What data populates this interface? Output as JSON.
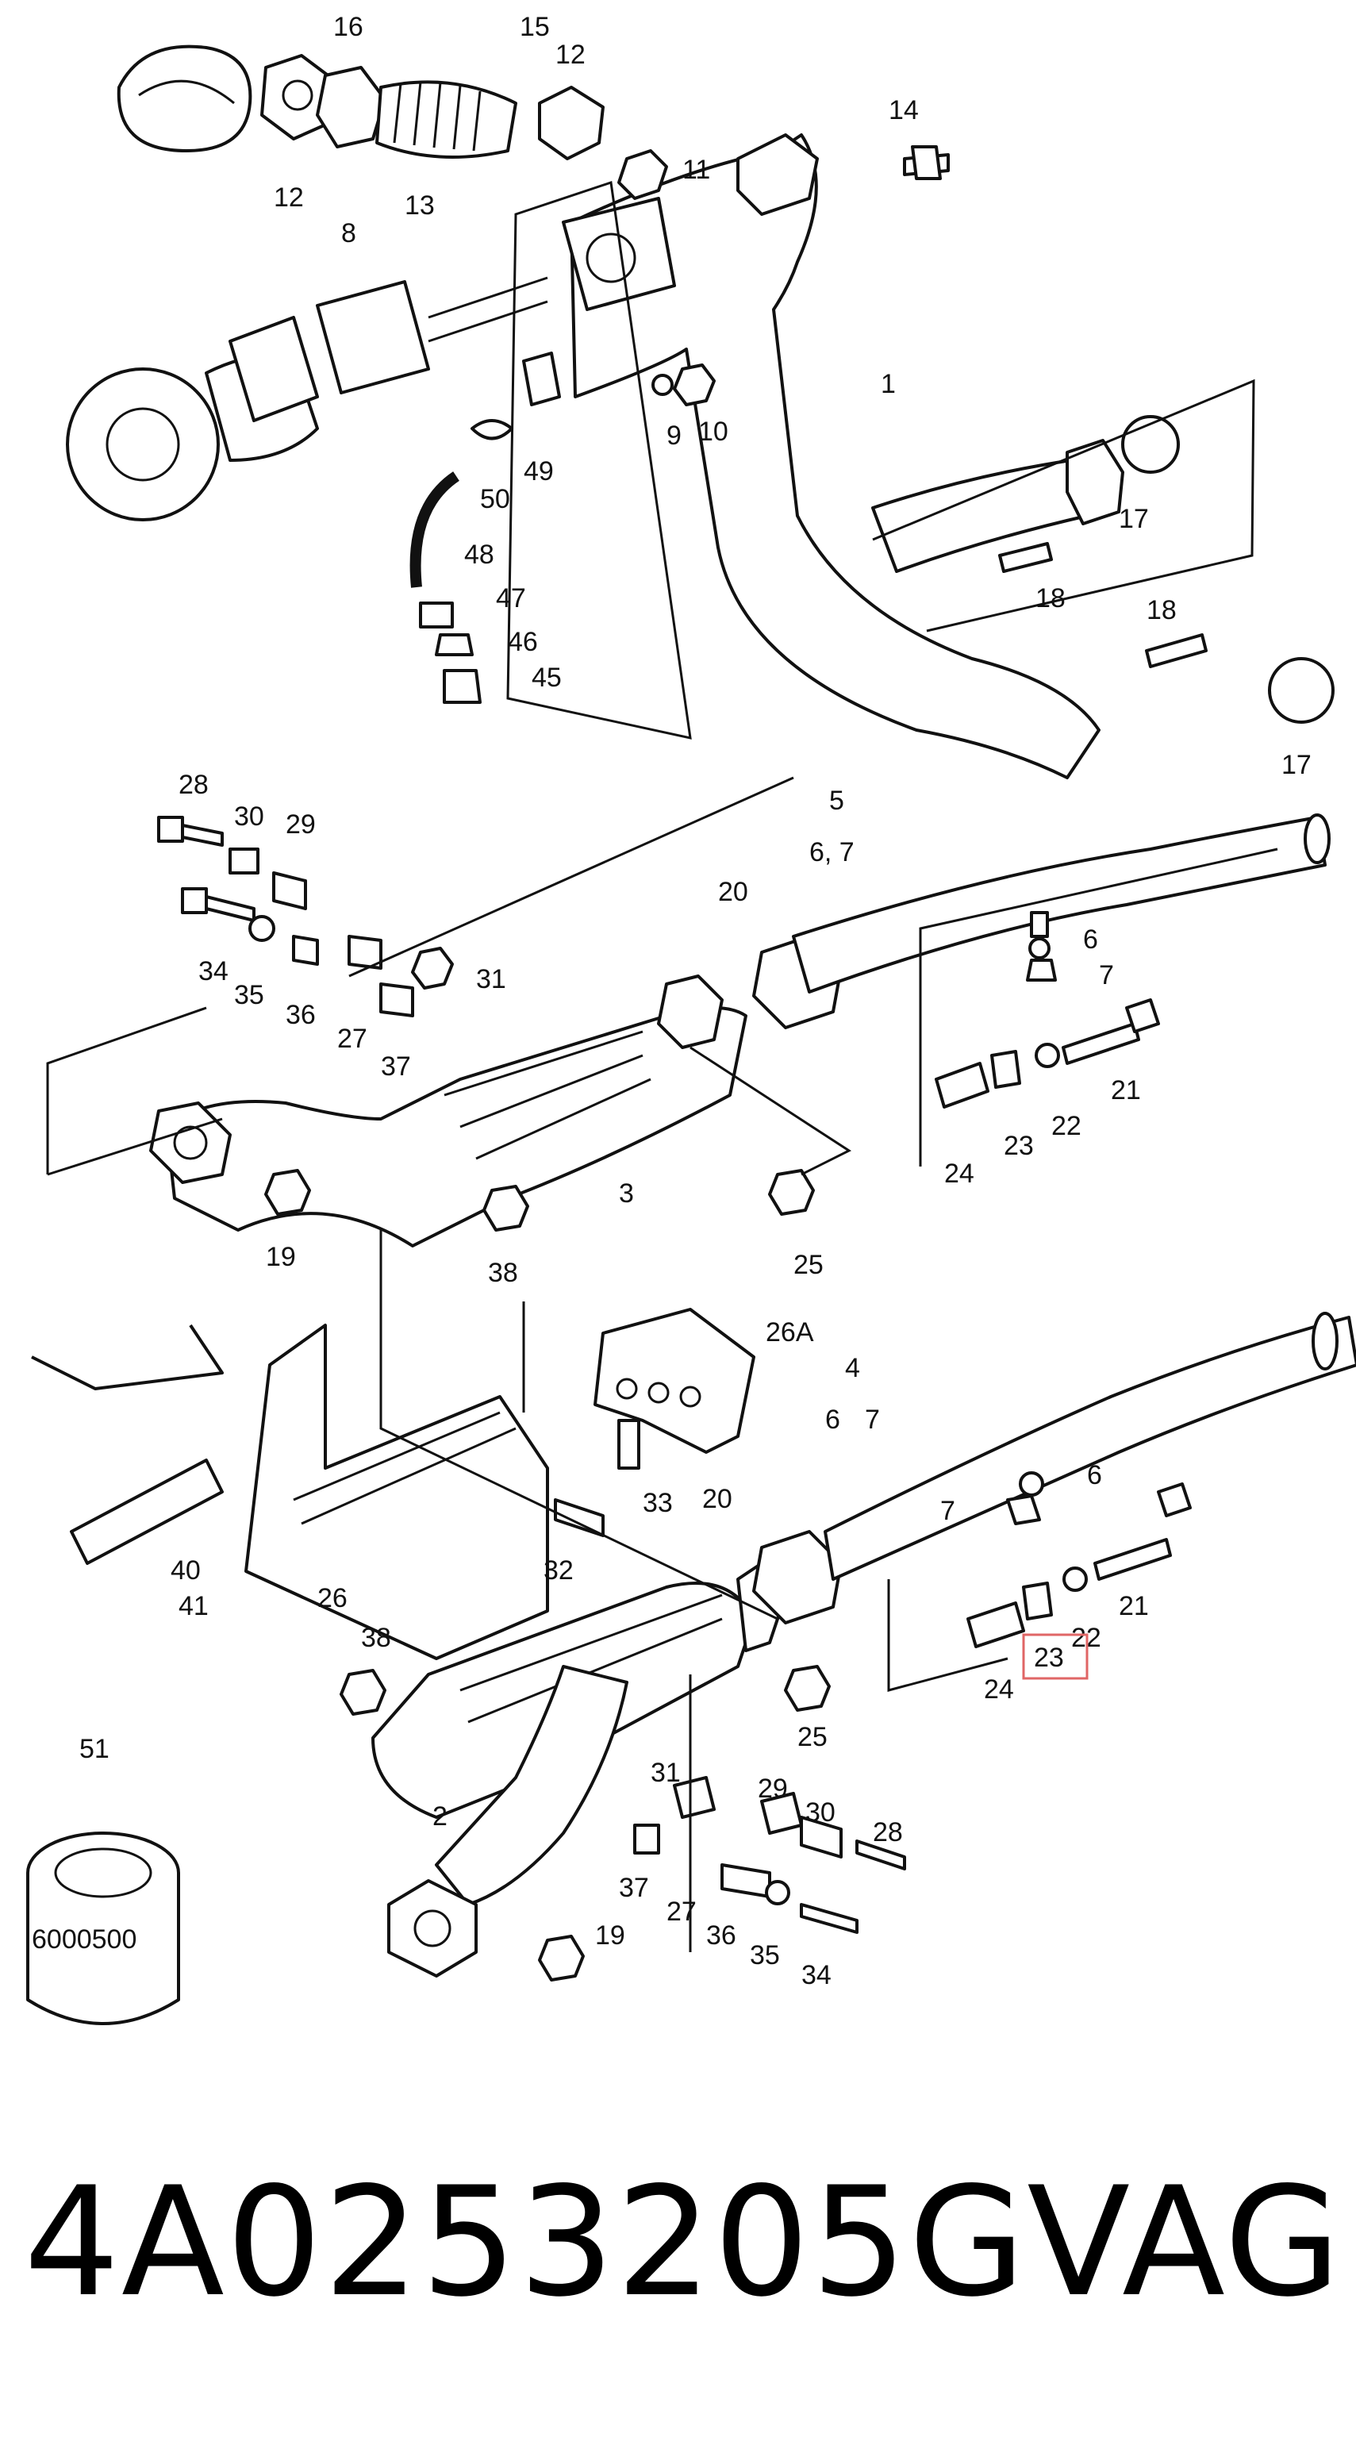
{
  "part_number": "4A0253205G",
  "brand": "VAG",
  "highlight_color": "#e06666",
  "highlighted_callout": "23",
  "callouts": [
    "16",
    "15",
    "12",
    "12",
    "13",
    "14",
    "11",
    "8",
    "1",
    "9",
    "10",
    "49",
    "50",
    "48",
    "47",
    "46",
    "45",
    "17",
    "18",
    "18",
    "17",
    "28",
    "30",
    "29",
    "34",
    "35",
    "36",
    "27",
    "37",
    "31",
    "5",
    "6, 7",
    "20",
    "6",
    "7",
    "21",
    "22",
    "23",
    "24",
    "3",
    "19",
    "38",
    "25",
    "26A",
    "4",
    "6",
    "7",
    "6",
    "7",
    "20",
    "21",
    "22",
    "23",
    "24",
    "33",
    "32",
    "40",
    "41",
    "26",
    "38",
    "25",
    "31",
    "29",
    "30",
    "28",
    "37",
    "27",
    "36",
    "35",
    "34",
    "2",
    "19",
    "51"
  ],
  "stamp_text": "6000500"
}
